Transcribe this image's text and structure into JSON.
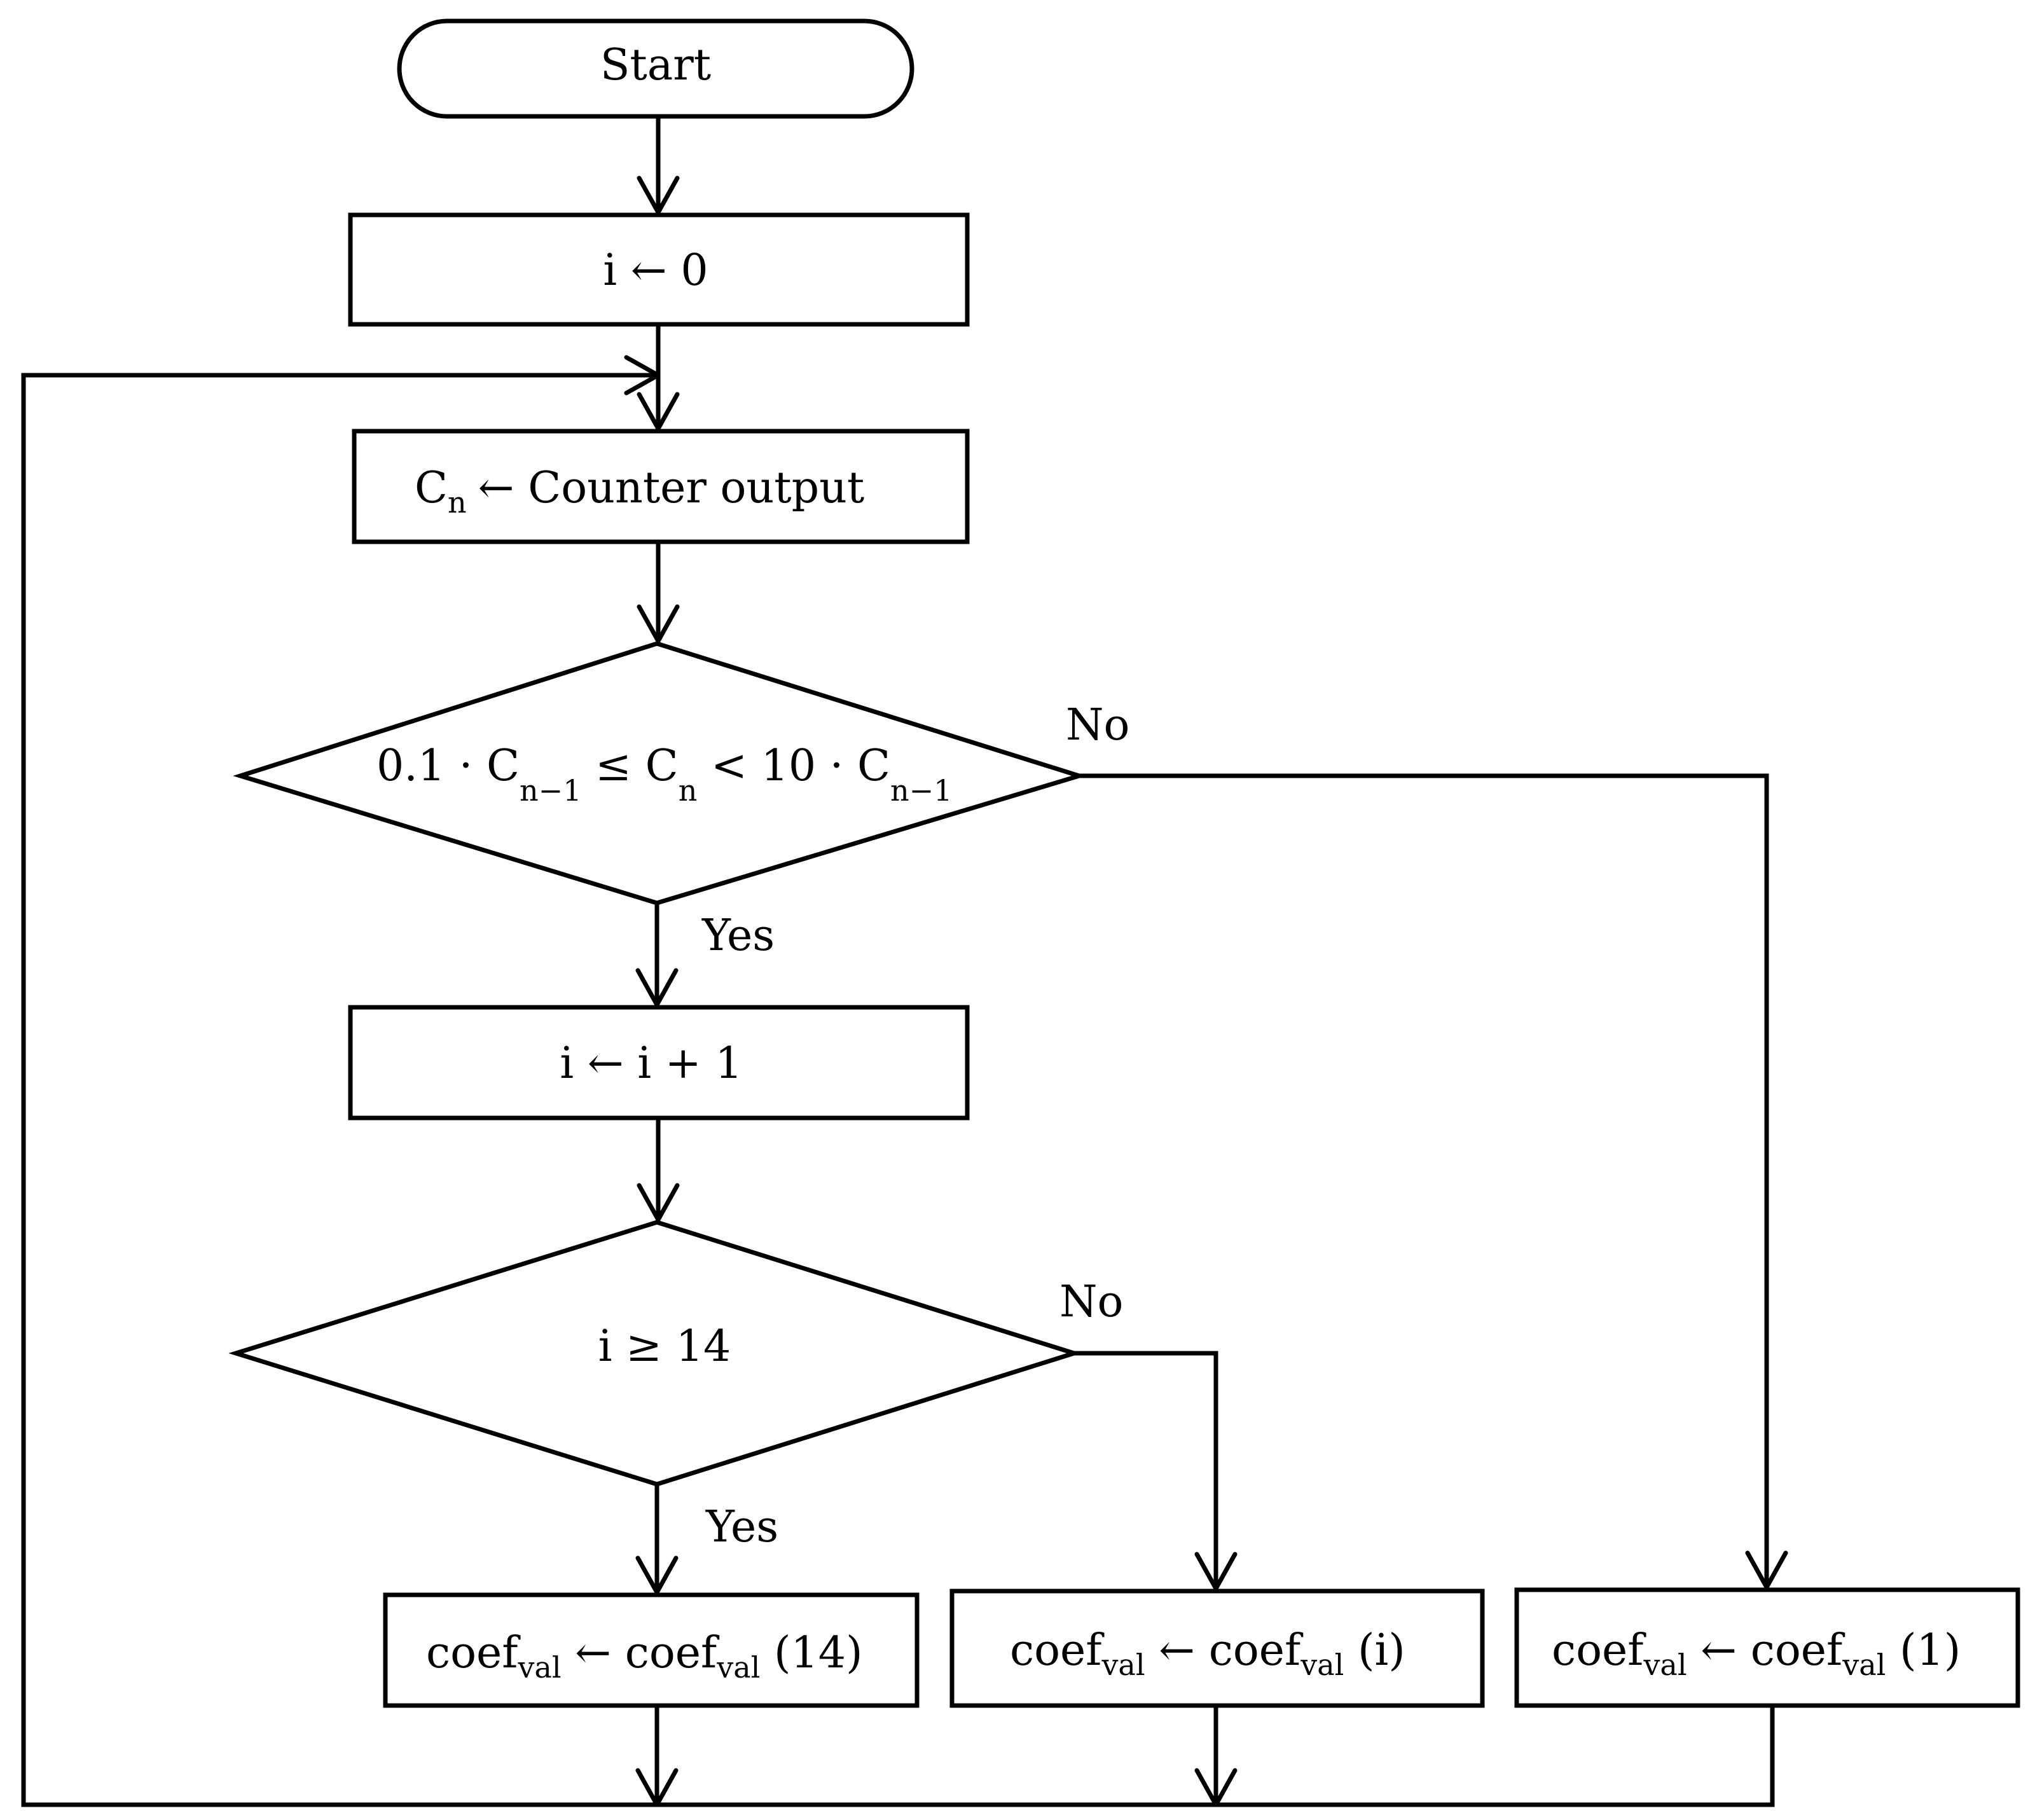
{
  "nodes": {
    "start": {
      "text": "Start"
    },
    "init": {
      "text": "i ← 0"
    },
    "read": {
      "symbol": "C",
      "symbol_sub": "n",
      "rest": "← Counter output"
    },
    "cond_range": {
      "t1": "0.1 · C",
      "s1": "n−1",
      "t2": " ≤  C",
      "s2": "n",
      "t3": " < 10 · C",
      "s3": "n−1"
    },
    "increment": {
      "text": "i ← i + 1"
    },
    "cond_count": {
      "text": "i ≥ 14"
    },
    "assign_14": {
      "lhs": "coef",
      "lhs_sub": "val",
      "arrow": " ← coef",
      "rhs_sub": "val",
      "arg": "  (14)"
    },
    "assign_i": {
      "lhs": "coef",
      "lhs_sub": "val",
      "arrow": " ← coef",
      "rhs_sub": "val",
      "arg": "  (i)"
    },
    "assign_1": {
      "lhs": "coef",
      "lhs_sub": "val",
      "arrow": " ← coef",
      "rhs_sub": "val",
      "arg": "  (1)"
    }
  },
  "branches": {
    "range_no": "No",
    "range_yes": "Yes",
    "count_no": "No",
    "count_yes": "Yes"
  }
}
